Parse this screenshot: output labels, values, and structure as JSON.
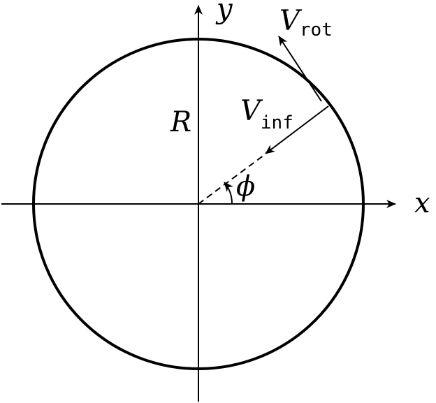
{
  "diagram": {
    "labels": {
      "x_axis": "x",
      "y_axis": "y",
      "radius": "R",
      "v_rot_main": "V",
      "v_rot_sub": "rot",
      "v_inf_main": "V",
      "v_inf_sub": "inf",
      "angle": "ϕ"
    },
    "colors": {
      "stroke": "#000000",
      "background": "#ffffff"
    }
  }
}
